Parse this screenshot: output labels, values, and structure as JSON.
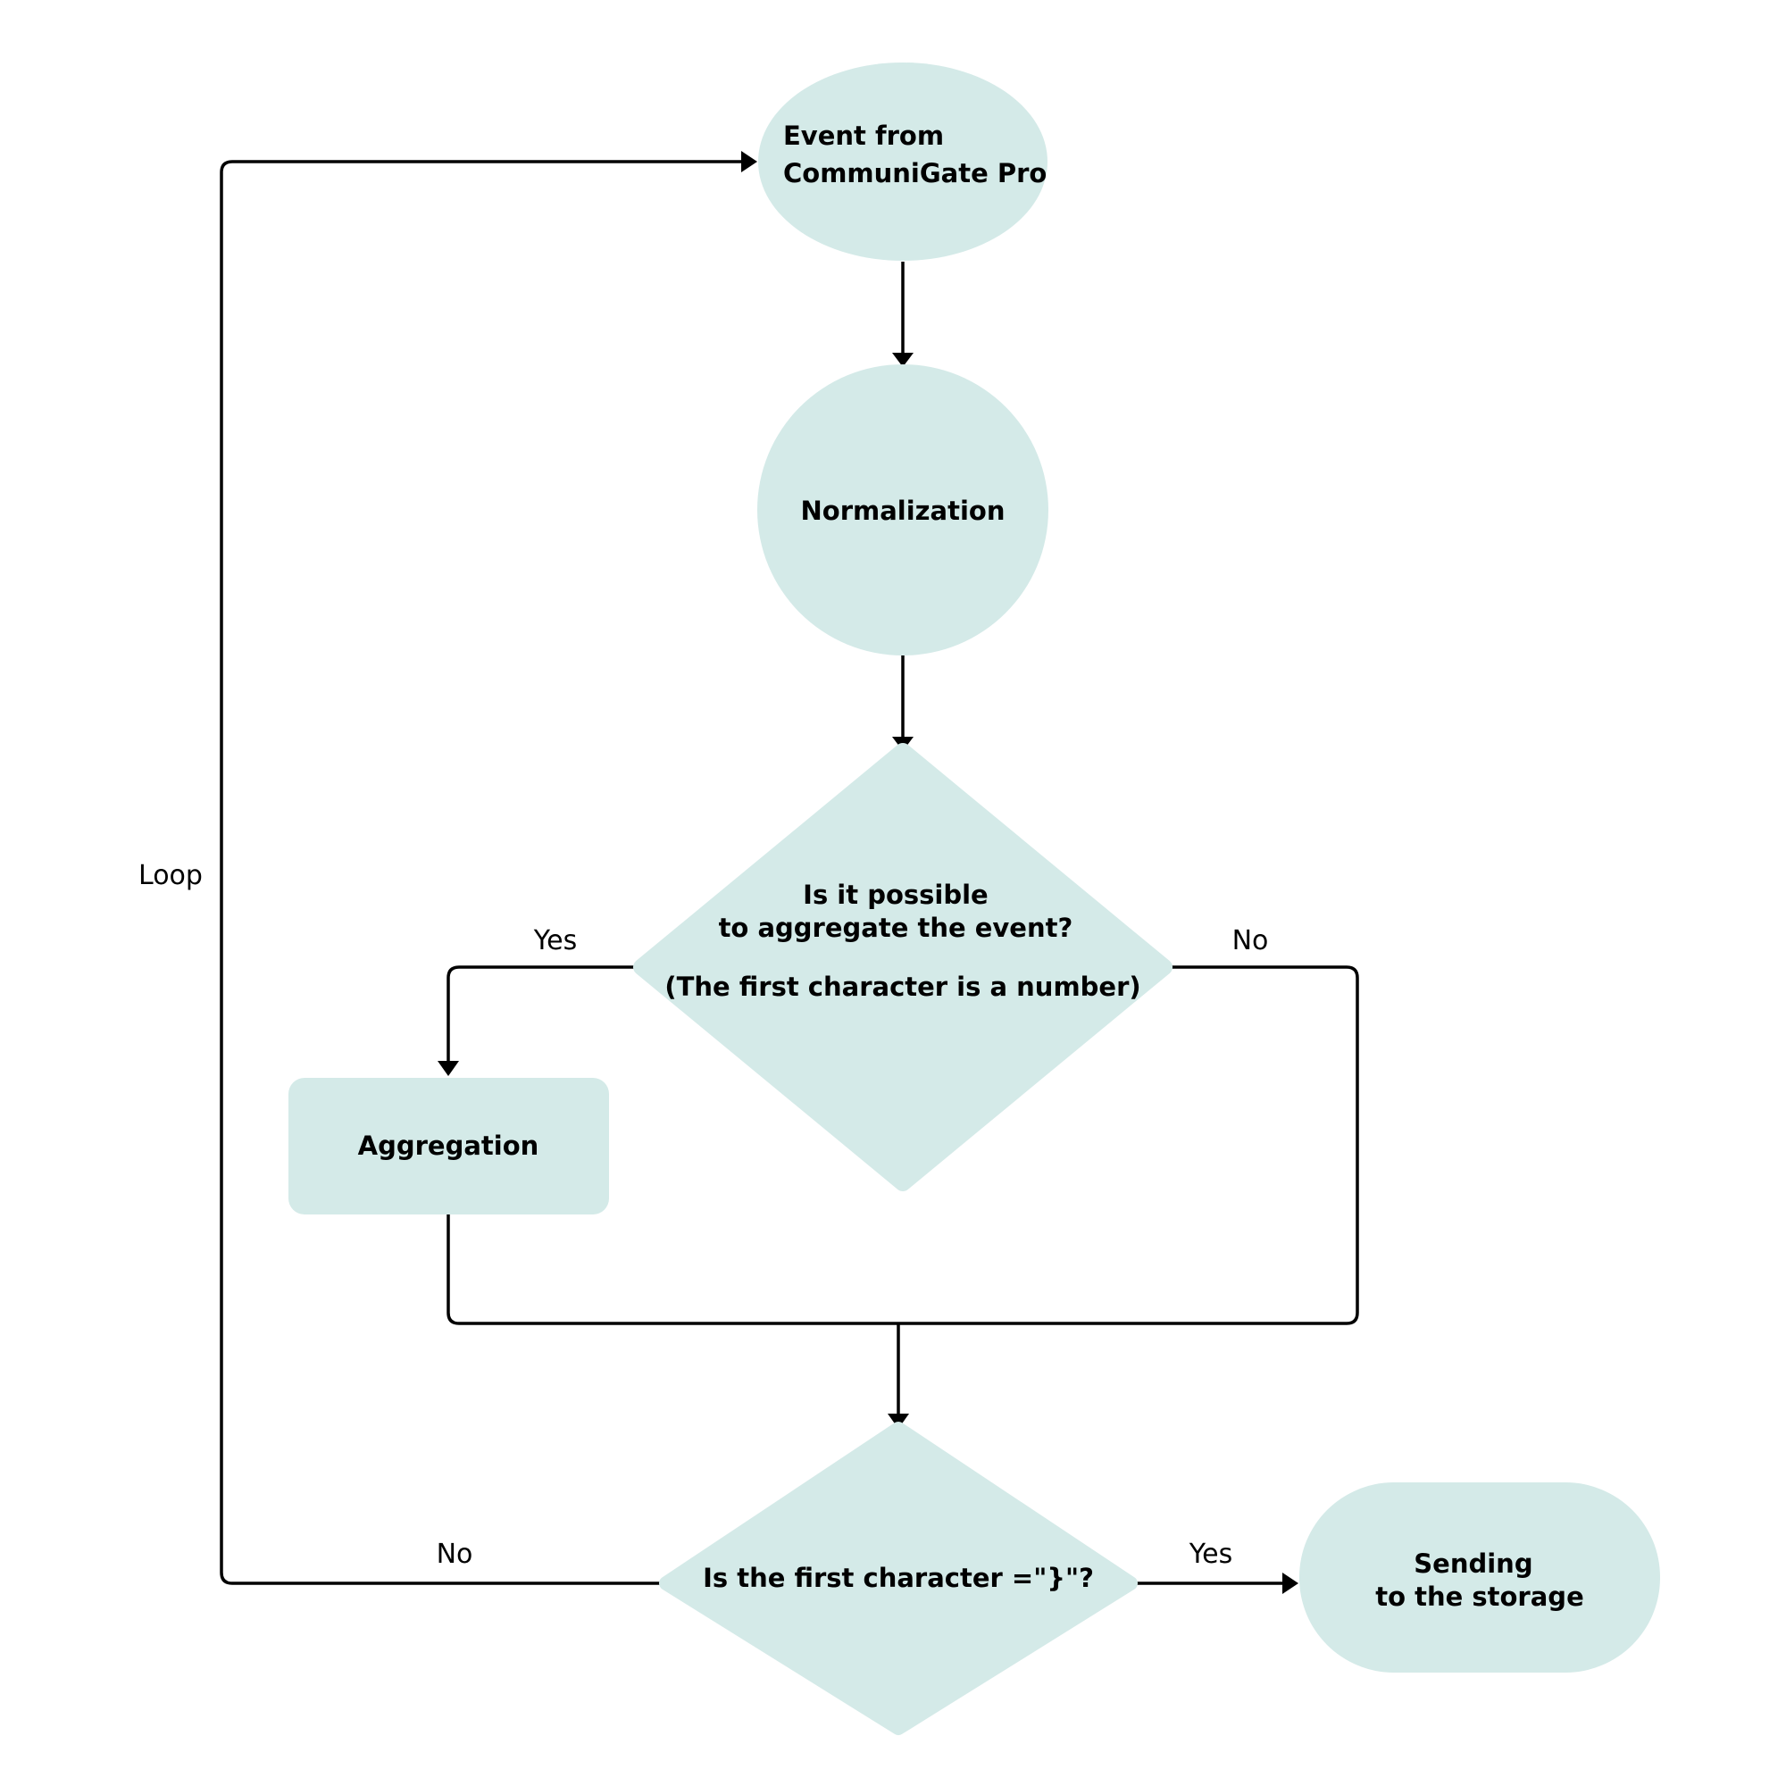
{
  "nodes": {
    "event": {
      "lines": [
        "Event from",
        "CommuniGate Pro"
      ]
    },
    "normalization": {
      "label": "Normalization"
    },
    "decision_aggregate": {
      "lines": [
        "Is it possible",
        "to aggregate the event?",
        "(The first character is a number)"
      ]
    },
    "aggregation": {
      "label": "Aggregation"
    },
    "decision_brace": {
      "label": "Is the first character =\"}\"?"
    },
    "sending": {
      "lines": [
        "Sending",
        "to the storage"
      ]
    }
  },
  "edge_labels": {
    "yes_aggregate": "Yes",
    "no_aggregate": "No",
    "no_brace": "No",
    "yes_brace": "Yes",
    "loop": "Loop"
  },
  "colors": {
    "node_fill": "#d4eae8",
    "line": "#000000"
  }
}
